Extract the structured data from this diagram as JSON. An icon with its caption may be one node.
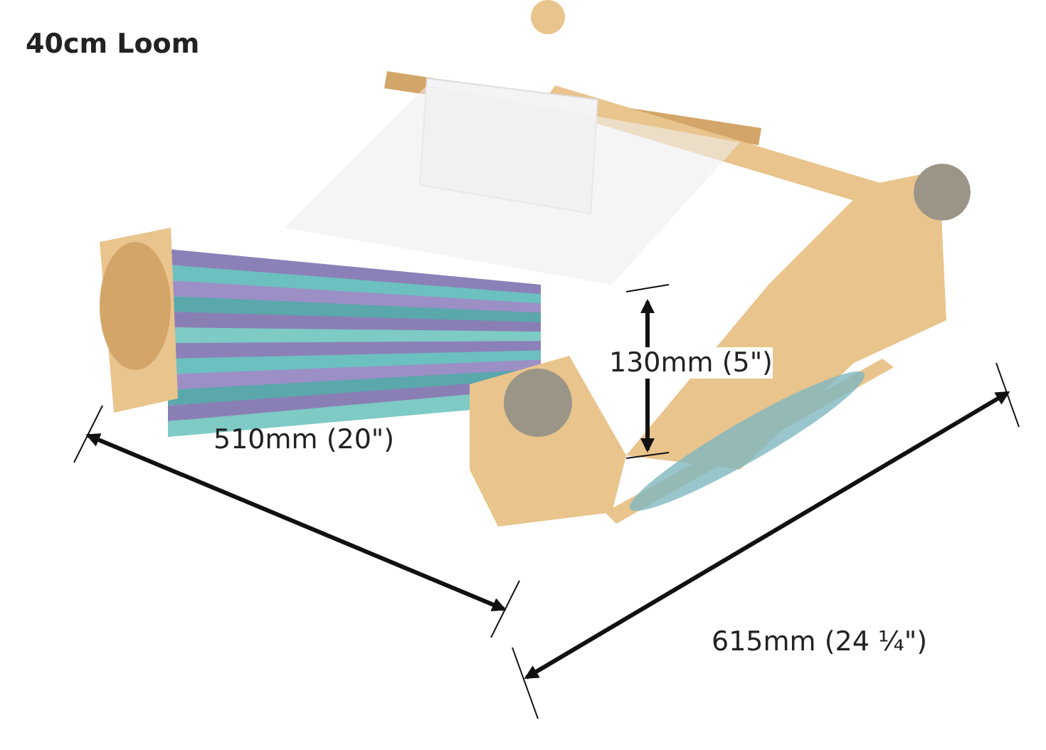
{
  "diagram": {
    "title": "40cm Loom",
    "labels": [
      "130mm (5\")",
      "510mm (20\")",
      "615mm (24 ¼\")"
    ]
  }
}
